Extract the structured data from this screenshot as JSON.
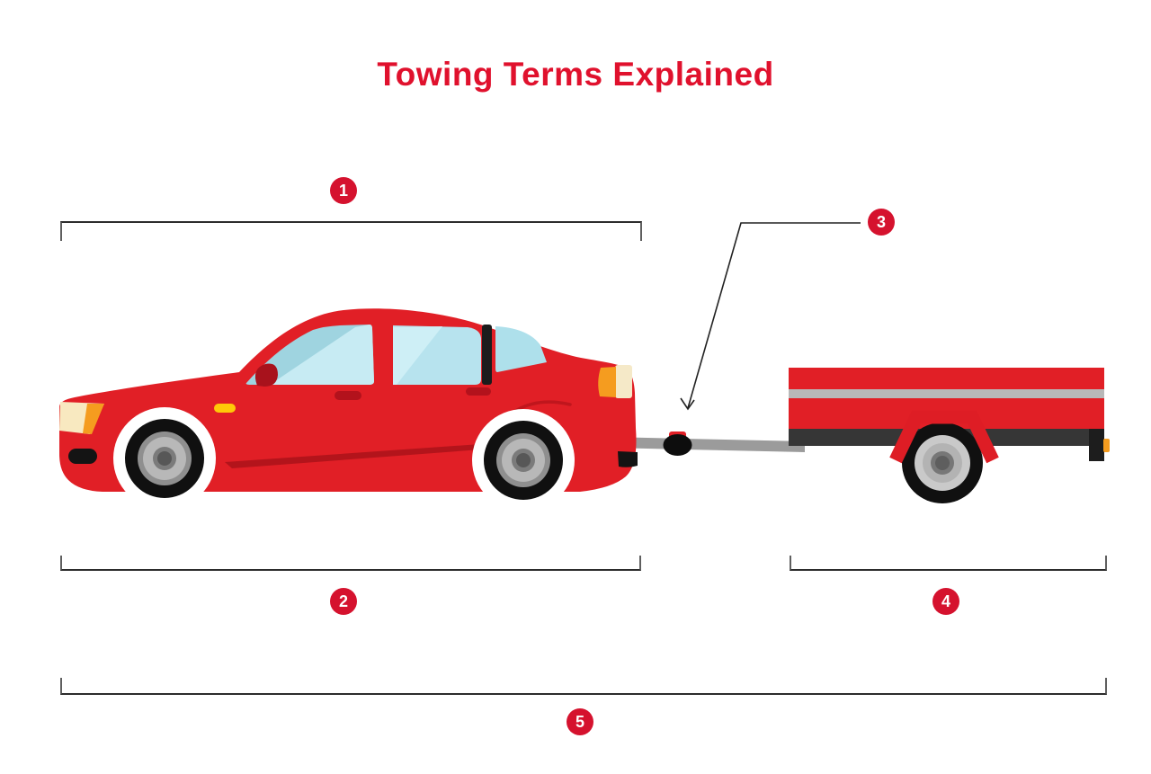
{
  "title": "Towing Terms Explained",
  "diagram": {
    "markers": [
      {
        "label": "1"
      },
      {
        "label": "2"
      },
      {
        "label": "3"
      },
      {
        "label": "4"
      },
      {
        "label": "5"
      }
    ]
  },
  "colors": {
    "title_red": "#e0112d",
    "marker_red": "#d5122e",
    "vehicle_red": "#e11f26",
    "vehicle_dark_red": "#b3141b",
    "glass_blue": "#9fd4e0",
    "glass_blue_light": "#c7ebf3",
    "tow_bar_gray": "#9b9b9b",
    "trailer_stripe_gray": "#b8b8b8",
    "trailer_chassis_dark": "#363636",
    "headlight_cream": "#f8e9c0",
    "light_orange": "#f59c1f",
    "side_marker_yellow": "#ffc908",
    "bracket_line": "#2c2c2c"
  }
}
